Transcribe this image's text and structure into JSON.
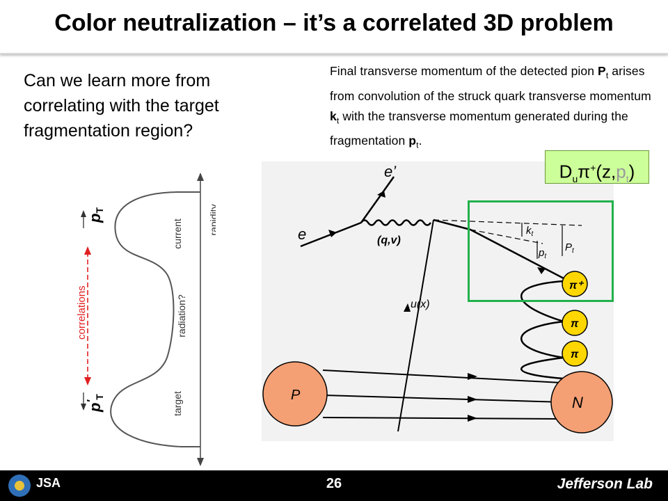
{
  "title": "Color neutralization – it’s a correlated 3D problem",
  "question": "Can we learn more from correlating with the target fragmentation region?",
  "explanation": {
    "p1": "Final transverse momentum of the detected pion ",
    "P": "P",
    "t1": "t",
    "p2": " arises from convolution of the struck quark transverse momentum ",
    "k": "k",
    "t2": "t",
    "p3": " with the transverse momentum generated during the fragmentation ",
    "pp": "p",
    "t3": "t",
    "p4": "."
  },
  "frag_function": {
    "D": "D",
    "u": "u",
    "pi": "π",
    "plus": "+",
    "open": "(z,",
    "p": "p",
    "t": "t",
    "close": ")"
  },
  "left_diagram": {
    "pT_top": "p",
    "pT_top_sub": "T",
    "pT_bottom": "p",
    "pT_bottom_prime": "′",
    "pT_bottom_sub": "T",
    "correlations": "correlations",
    "rapidity": "rapidity",
    "current": "current",
    "radiation": "radiation?",
    "target": "target"
  },
  "right_diagram": {
    "e_in": "e",
    "e_out": "e’",
    "photon": "(q,v)",
    "ux": "u(x)",
    "kt": "k",
    "kt_sub": "t",
    "pt": "p",
    "pt_sub": "t",
    "Pt": "P",
    "Pt_sub": "t",
    "pion_plus": "π⁺",
    "pion2": "π",
    "pion3": "π",
    "proton": "P",
    "nucleon": "N"
  },
  "footer": {
    "page": "26",
    "lab": "Jefferson Lab",
    "jsa": "JSA"
  },
  "colors": {
    "hadron": "#f4a074",
    "pion": "#ffd700",
    "box": "#22b14c",
    "correlations": "#e02020",
    "fn_box": "#ccff99"
  }
}
